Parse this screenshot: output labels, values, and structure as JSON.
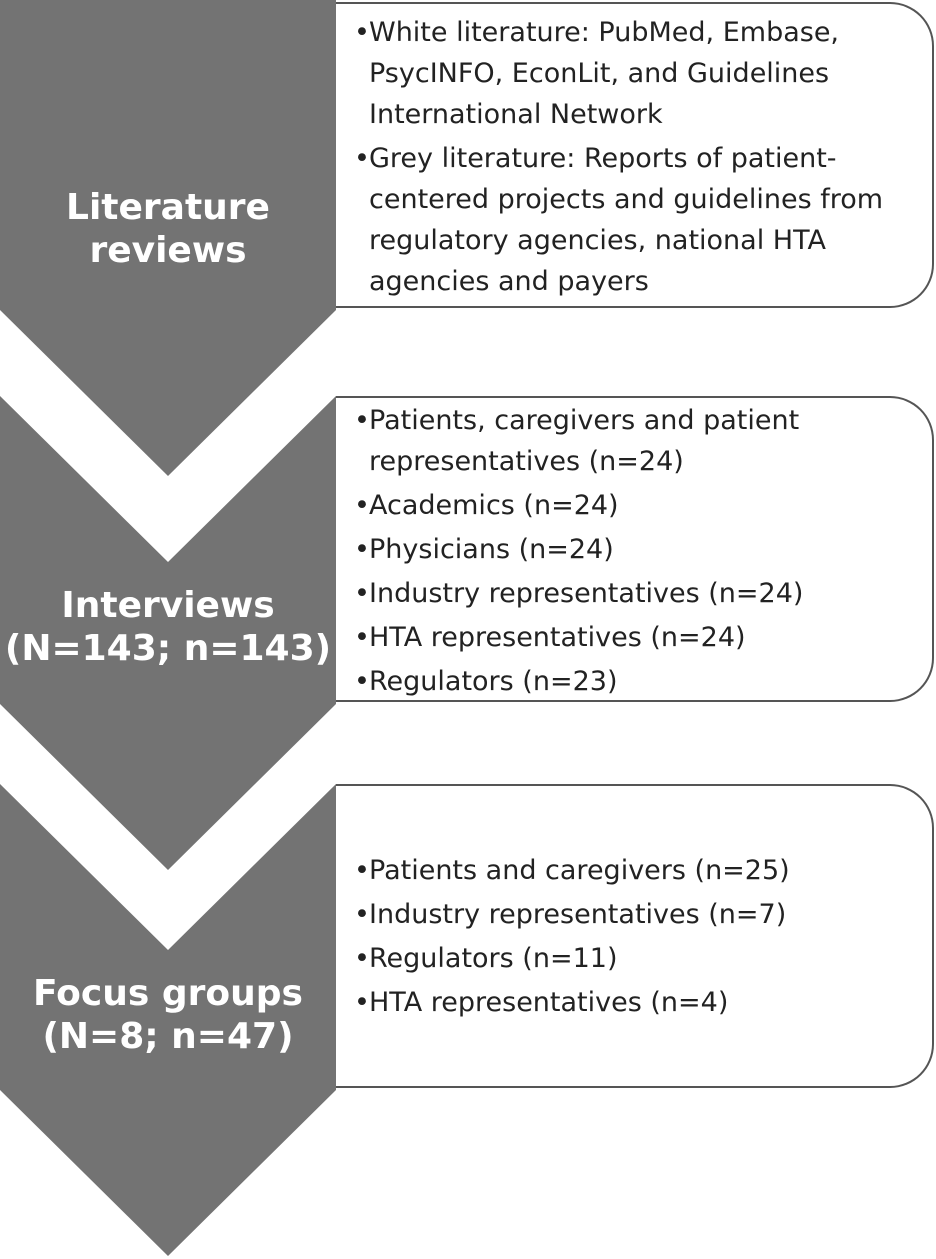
{
  "stages": [
    {
      "label_lines": [
        "Literature",
        "reviews"
      ],
      "items": [
        "White literature: PubMed, Embase, PsycINFO, EconLit, and Guidelines International Network",
        "Grey literature: Reports of patient-centered projects and guidelines from regulatory agencies, national HTA agencies and payers"
      ]
    },
    {
      "label_lines": [
        "Interviews",
        "(N=143; n=143)"
      ],
      "items": [
        "Patients, caregivers and patient representatives (n=24)",
        "Academics (n=24)",
        "Physicians (n=24)",
        "Industry representatives (n=24)",
        "HTA representatives (n=24)",
        "Regulators (n=23)"
      ]
    },
    {
      "label_lines": [
        "Focus groups",
        "(N=8; n=47)"
      ],
      "items": [
        "Patients and caregivers (n=25)",
        "Industry representatives (n=7)",
        "Regulators (n=11)",
        "HTA representatives (n=4)"
      ]
    }
  ],
  "colors": {
    "chevron_fill": "#737373",
    "box_border": "#555555",
    "text": "#222222"
  }
}
